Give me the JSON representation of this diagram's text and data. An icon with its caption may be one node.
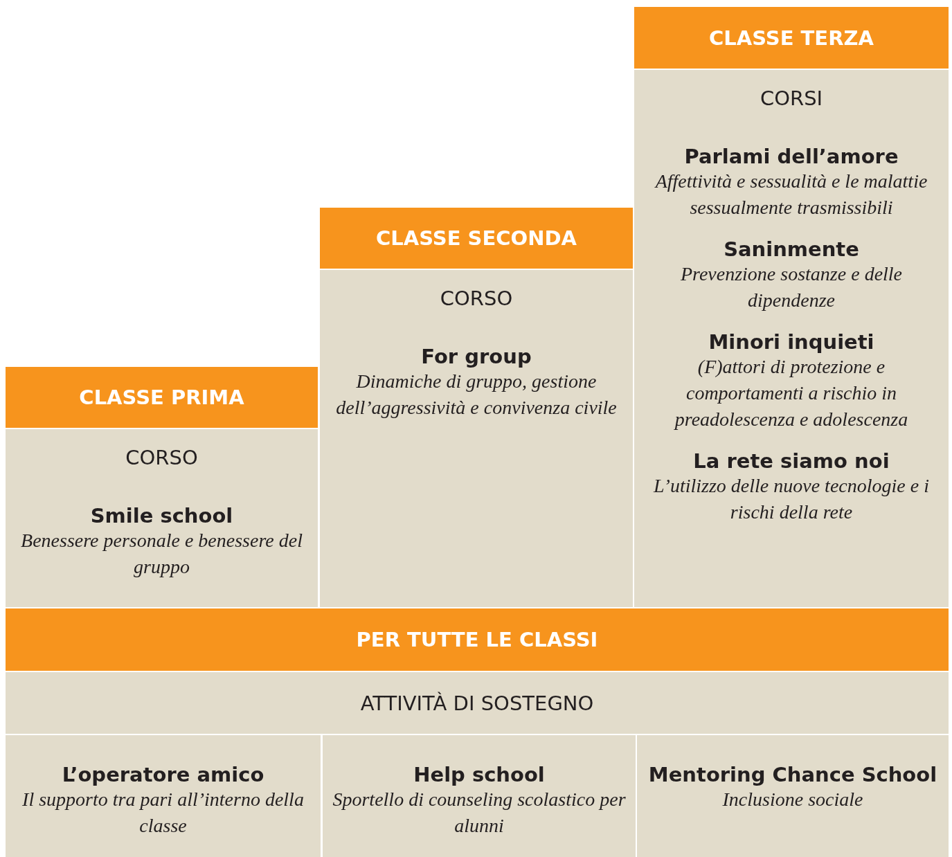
{
  "diagram": {
    "nodes": [
      {
        "text": [
          "CLASSE PRIMA"
        ]
      },
      {
        "text": [
          "CORSO",
          "Smile school",
          "Benessere personale e benessere del gruppo"
        ]
      },
      {
        "text": [
          "CLASSE SECONDA"
        ]
      },
      {
        "text": [
          "CORSO",
          "For group",
          "Dinamiche di gruppo, gestione dell’aggressività e convivenza civile"
        ]
      },
      {
        "text": [
          "CLASSE TERZA"
        ]
      },
      {
        "text": [
          "CORSI",
          "Parlami dell’amore",
          "Affettività e sessualità e le malattie sessualmente trasmissibili",
          "Saninmente",
          "Prevenzione sostanze e delle dipendenze",
          "Minori inquieti",
          "(F)attori di protezione e comportamenti a rischio in preadolescenza e adolescenza",
          "La rete siamo noi",
          "L’utilizzo delle nuove tecnologie e i rischi della rete"
        ]
      },
      {
        "text": [
          "PER TUTTE LE CLASSI"
        ]
      },
      {
        "text": [
          "ATTIVITÀ DI SOSTEGNO"
        ]
      },
      {
        "text": [
          "L’operatore amico",
          "Il supporto tra pari all’interno della classe"
        ]
      },
      {
        "text": [
          "Help school",
          "Sportello di counseling scolastico per alunni"
        ]
      },
      {
        "text": [
          "Mentoring Chance School",
          "Inclusione sociale"
        ]
      }
    ]
  }
}
